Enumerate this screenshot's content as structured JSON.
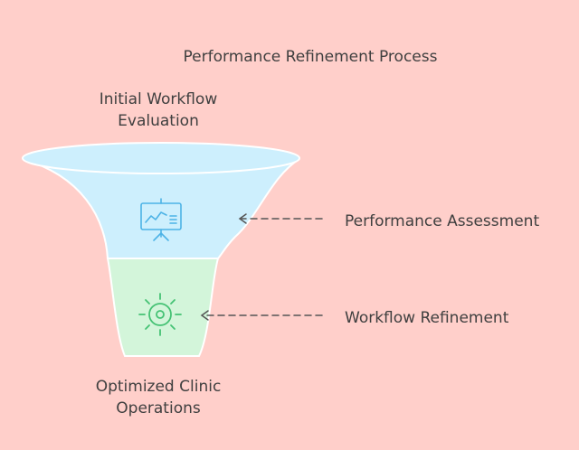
{
  "title": "Performance Refinement Process",
  "funnel": {
    "top_label": [
      "Initial Workflow",
      "Evaluation"
    ],
    "bottom_label": [
      "Optimized Clinic",
      "Operations"
    ],
    "stages": [
      {
        "label": "Performance Assessment",
        "icon": "presentation-chart-icon",
        "color": "#cdeffd"
      },
      {
        "label": "Workflow Refinement",
        "icon": "gear-icon",
        "color": "#d3f5da"
      }
    ]
  },
  "colors": {
    "background": "#ffcfca",
    "text": "#3f3f3f",
    "stage_1_stroke": "#4db3e6",
    "stage_2_stroke": "#45c274"
  }
}
